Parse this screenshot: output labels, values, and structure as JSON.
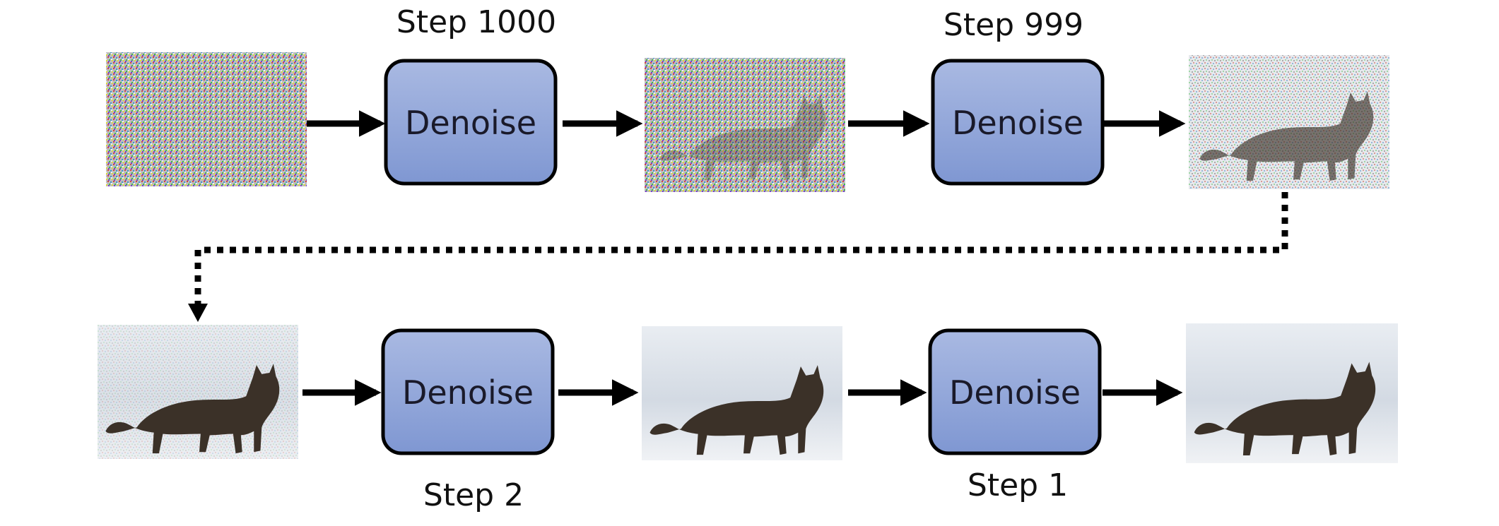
{
  "diagram": {
    "row1": {
      "step_label_a": "Step 1000",
      "box_a": "Denoise",
      "step_label_b": "Step 999",
      "box_b": "Denoise"
    },
    "row2": {
      "step_label_a": "Step 2",
      "box_a": "Denoise",
      "step_label_b": "Step 1",
      "box_b": "Denoise"
    },
    "colors": {
      "box_fill_top": "#a9b9e2",
      "box_fill_bottom": "#7f97d2",
      "box_stroke": "#000000",
      "arrow": "#000000",
      "noise_bg": "#c9c9c9",
      "snow_bg": "#dfe4ea",
      "cat": "#3b3128"
    }
  }
}
